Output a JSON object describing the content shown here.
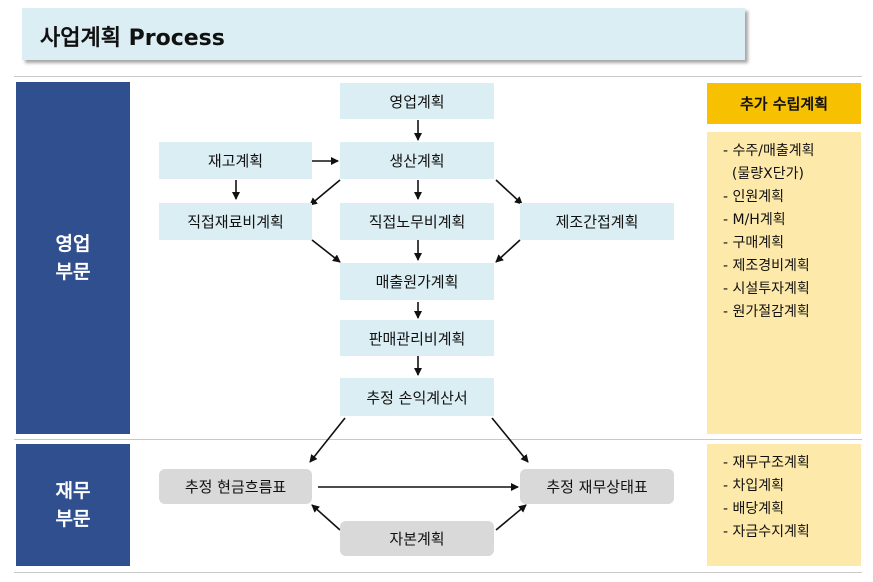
{
  "title": "사업계획 Process",
  "departments": {
    "sales": "영업\n부문",
    "finance": "재무\n부문"
  },
  "nodes": {
    "sales_plan": "영업계획",
    "inventory_plan": "재고계획",
    "production_plan": "생산계획",
    "direct_material_plan": "직접재료비계획",
    "direct_labor_plan": "직접노무비계획",
    "manufacturing_overhead_plan": "제조간접계획",
    "cost_of_sales_plan": "매출원가계획",
    "sga_plan": "판매관리비계획",
    "estimated_income_statement": "추정 손익계산서",
    "estimated_cashflow": "추정 현금흐름표",
    "estimated_balance_sheet": "추정 재무상태표",
    "capital_plan": "자본계획"
  },
  "additional": {
    "header": "추가 수립계획",
    "sales_items": [
      "- 수주/매출계획",
      "  (물량X단가)",
      "- 인원계획",
      "- M/H계획",
      "- 구매계획",
      "- 제조경비계획",
      "- 시설투자계획",
      "- 원가절감계획"
    ],
    "finance_items": [
      "- 재무구조계획",
      "- 차입계획",
      "- 배당계획",
      "- 자금수지계획"
    ]
  },
  "colors": {
    "dept_bg": "#2f4f8f",
    "node_bg": "#dbeef3",
    "finance_node_bg": "#d9d9d9",
    "header_bg": "#f7c000",
    "panel_bg": "#fde9a9"
  }
}
